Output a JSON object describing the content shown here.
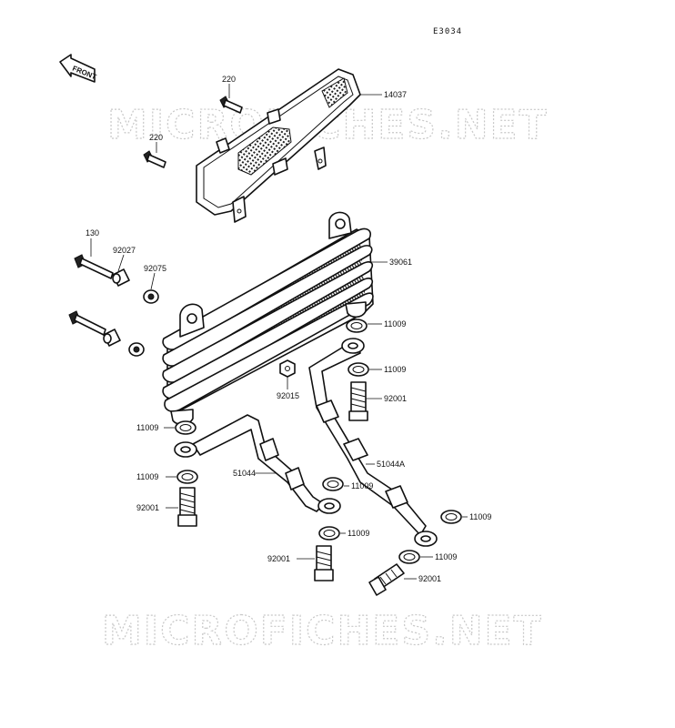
{
  "diagram_code": "E3034",
  "front_label": "FRONT",
  "watermark_text": "MICROFICHES.NET",
  "parts": {
    "p14037": "14037",
    "p220a": "220",
    "p220b": "220",
    "p130": "130",
    "p92027": "92027",
    "p92075": "92075",
    "p39061": "39061",
    "p11009a": "11009",
    "p11009b": "11009",
    "p92001a": "92001",
    "p92015": "92015",
    "p11009c": "11009",
    "p11009d": "11009",
    "p51044": "51044",
    "p51044A": "51044A",
    "p92001b": "92001",
    "p11009e": "11009",
    "p11009f": "11009",
    "p92001c": "92001",
    "p11009g": "11009",
    "p11009h": "11009",
    "p92001d": "92001"
  }
}
